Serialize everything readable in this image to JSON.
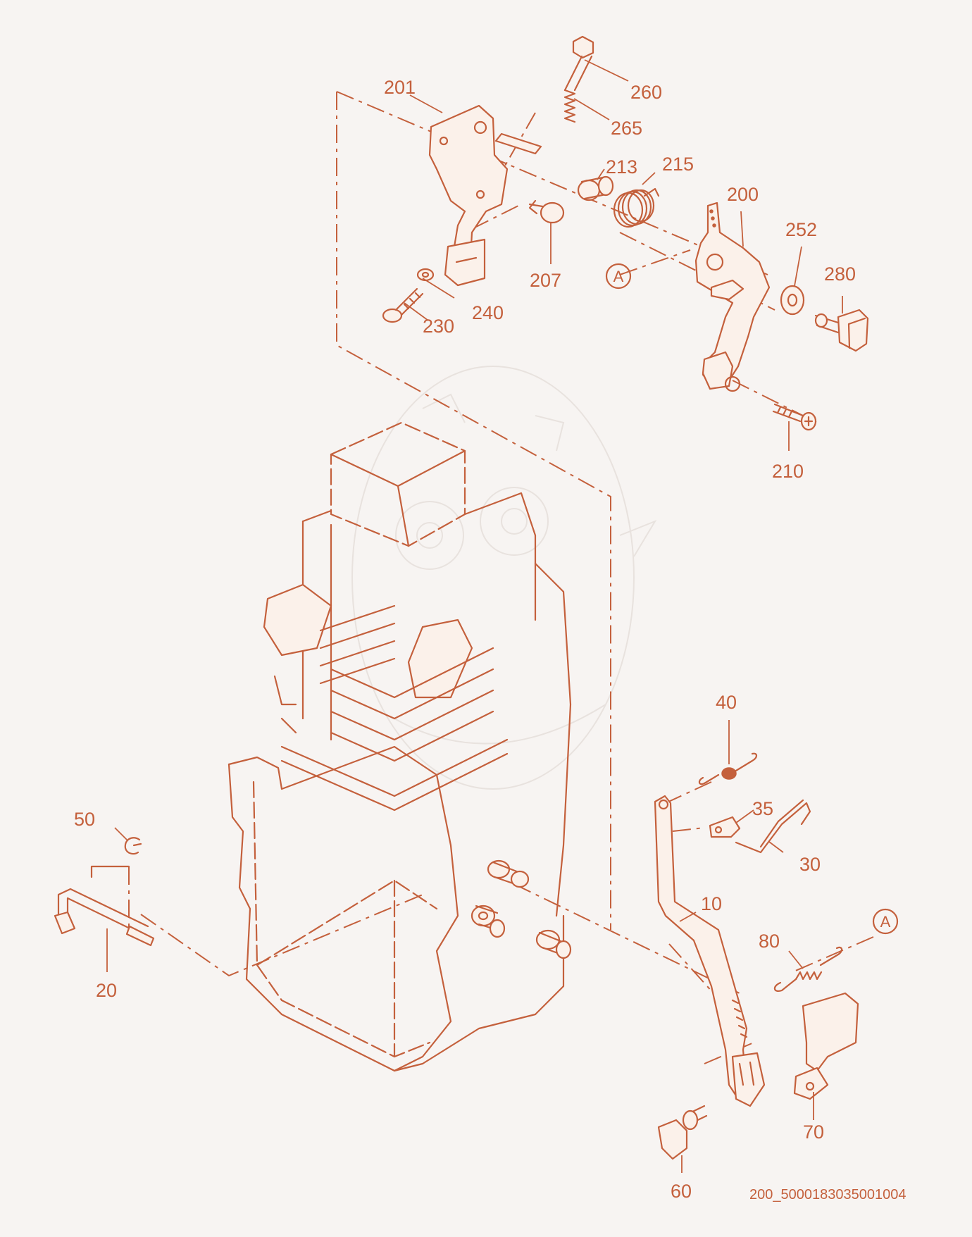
{
  "diagram": {
    "labels": [
      {
        "id": "p201",
        "text": "201"
      },
      {
        "id": "p260",
        "text": "260"
      },
      {
        "id": "p265",
        "text": "265"
      },
      {
        "id": "p213",
        "text": "213"
      },
      {
        "id": "p215",
        "text": "215"
      },
      {
        "id": "p200",
        "text": "200"
      },
      {
        "id": "p252",
        "text": "252"
      },
      {
        "id": "p280",
        "text": "280"
      },
      {
        "id": "p207",
        "text": "207"
      },
      {
        "id": "p240",
        "text": "240"
      },
      {
        "id": "p230",
        "text": "230"
      },
      {
        "id": "p210",
        "text": "210"
      },
      {
        "id": "p40",
        "text": "40"
      },
      {
        "id": "p35",
        "text": "35"
      },
      {
        "id": "p30",
        "text": "30"
      },
      {
        "id": "p50",
        "text": "50"
      },
      {
        "id": "p10",
        "text": "10"
      },
      {
        "id": "p80",
        "text": "80"
      },
      {
        "id": "p20",
        "text": "20"
      },
      {
        "id": "p70",
        "text": "70"
      },
      {
        "id": "p60",
        "text": "60"
      }
    ],
    "reference_marker": "A",
    "caption": "200_5000183035001004",
    "line_color": "#c4603c"
  }
}
